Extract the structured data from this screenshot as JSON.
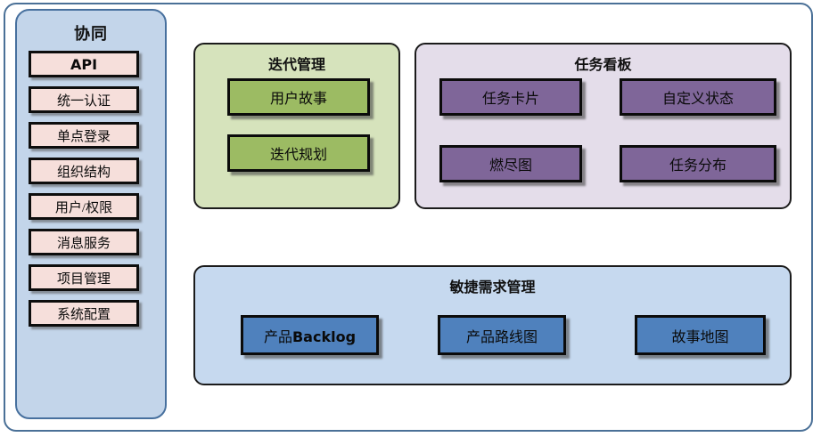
{
  "diagram": {
    "title_semantic": "agile-collaboration-platform-architecture",
    "colors": {
      "frame_border": "#4a7097",
      "sidebar_bg": "#c3d5ea",
      "sidebar_border": "#47709e",
      "sidebar_item_bg": "#f6dfdb",
      "green_panel_bg": "#d6e3bc",
      "green_item_bg": "#9cbb63",
      "purple_panel_bg": "#e4ddea",
      "purple_item_bg": "#7f6699",
      "blue_panel_bg": "#c6d9ef",
      "blue_item_bg": "#4f81bd",
      "item_border": "#0b0b0b"
    }
  },
  "sidebar": {
    "title": "协同",
    "items": [
      {
        "label": "API"
      },
      {
        "label": "统一认证"
      },
      {
        "label": "单点登录"
      },
      {
        "label": "组织结构"
      },
      {
        "label": "用户/权限"
      },
      {
        "label": "消息服务"
      },
      {
        "label": "项目管理"
      },
      {
        "label": "系统配置"
      }
    ]
  },
  "panels": [
    {
      "id": "iteration-management",
      "title": "迭代管理",
      "items": [
        {
          "label": "用户故事"
        },
        {
          "label": "迭代规划"
        }
      ]
    },
    {
      "id": "task-board",
      "title": "任务看板",
      "items": [
        {
          "label": "任务卡片"
        },
        {
          "label": "自定义状态"
        },
        {
          "label": "燃尽图"
        },
        {
          "label": "任务分布"
        }
      ]
    },
    {
      "id": "agile-requirement-management",
      "title": "敏捷需求管理",
      "items": [
        {
          "label_prefix": "产品",
          "label_bold": "Backlog",
          "label": "产品Backlog"
        },
        {
          "label": "产品路线图"
        },
        {
          "label": "故事地图"
        }
      ]
    }
  ]
}
